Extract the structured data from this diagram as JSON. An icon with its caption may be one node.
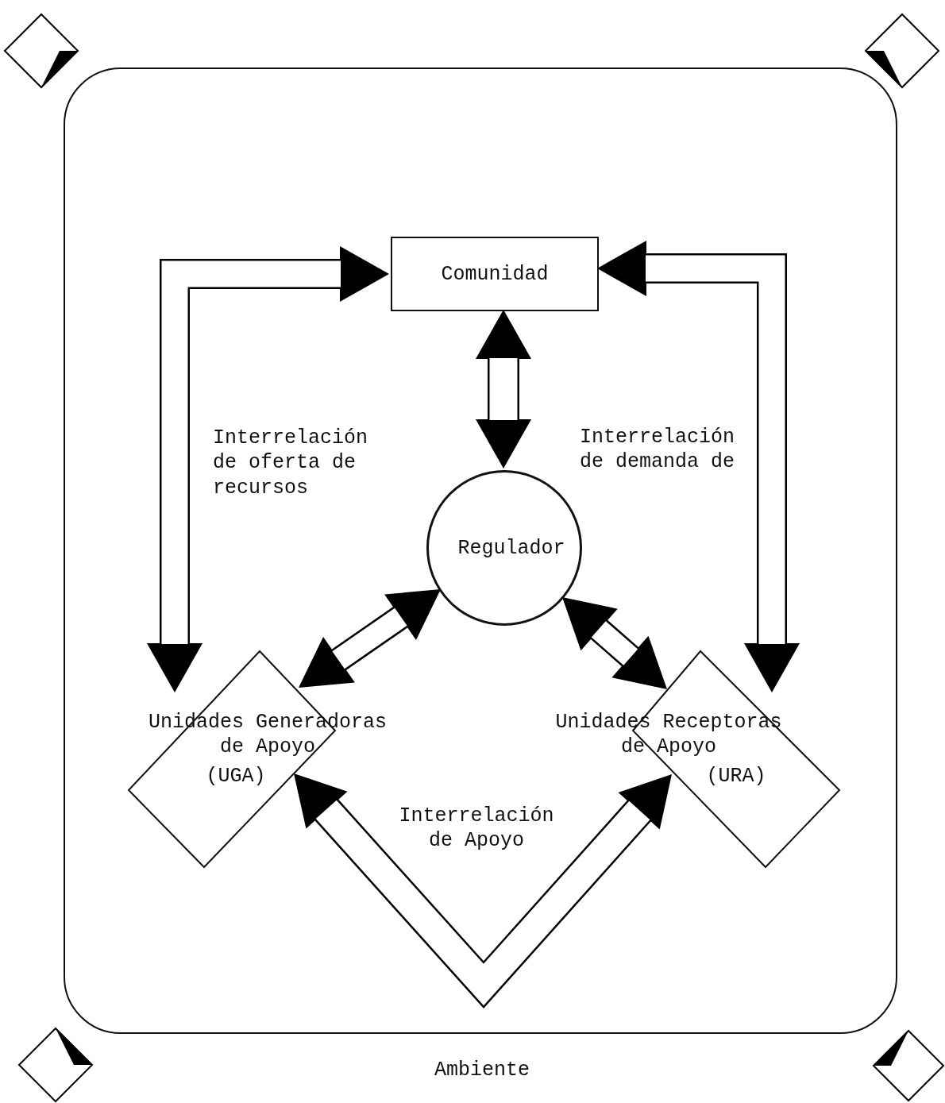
{
  "diagram": {
    "nodes": [
      {
        "text": [
          "Ambiente"
        ]
      },
      {
        "text": [
          "Comunidad"
        ],
        "in": 0
      },
      {
        "text": [
          "Regulador"
        ],
        "in": 0
      },
      {
        "text": [
          "Unidades Generadoras de Apoyo",
          "(UGA)"
        ],
        "in": 0
      },
      {
        "text": [
          "Unidades Receptoras de Apoyo",
          "(URA)"
        ],
        "in": 0
      }
    ],
    "edges": [
      {
        "from": 1,
        "to": 3,
        "arrow": "both",
        "label": "Interrelación de oferta de recursos"
      },
      {
        "from": 1,
        "to": 4,
        "arrow": "both",
        "label": "Interrelación de demanda de"
      },
      {
        "from": 1,
        "to": 2,
        "arrow": "both"
      },
      {
        "from": 2,
        "to": 3,
        "arrow": "both"
      },
      {
        "from": 2,
        "to": 4,
        "arrow": "both"
      },
      {
        "from": 3,
        "to": 4,
        "arrow": "both",
        "label": "Interrelación de Apoyo"
      }
    ]
  }
}
